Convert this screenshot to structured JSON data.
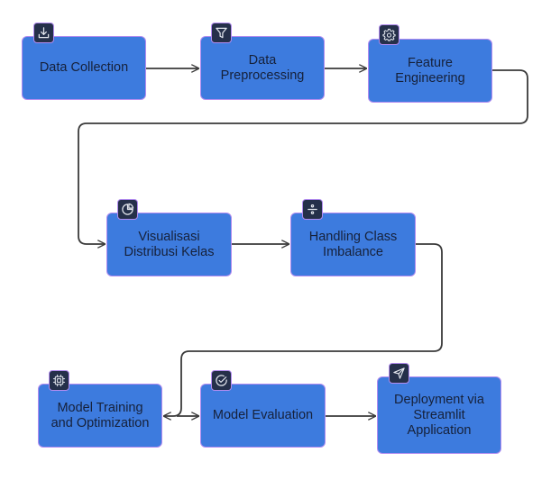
{
  "diagram": {
    "type": "flowchart",
    "colors": {
      "node_fill": "#3d7bde",
      "node_border": "#b28cf0",
      "node_text": "#16213a",
      "badge_fill": "#25304a",
      "badge_icon": "#e6e9f0",
      "edge": "#3a3a3a"
    },
    "nodes": [
      {
        "id": "data-collection",
        "label": "Data Collection",
        "icon": "download-icon"
      },
      {
        "id": "data-preprocessing",
        "label": "Data Preprocessing",
        "icon": "filter-icon"
      },
      {
        "id": "feature-engineering",
        "label": "Feature Engineering",
        "icon": "gear-icon"
      },
      {
        "id": "visualisasi-distribusi-kelas",
        "label": "Visualisasi Distribusi Kelas",
        "icon": "pie-chart-icon"
      },
      {
        "id": "handling-class-imbalance",
        "label": "Handling Class Imbalance",
        "icon": "divide-icon"
      },
      {
        "id": "model-training",
        "label": "Model Training and Optimization",
        "icon": "cpu-icon"
      },
      {
        "id": "model-evaluation",
        "label": "Model Evaluation",
        "icon": "check-circle-icon"
      },
      {
        "id": "deployment",
        "label": "Deployment via Streamlit Application",
        "icon": "send-icon"
      }
    ],
    "edges": [
      {
        "from": "data-collection",
        "to": "data-preprocessing"
      },
      {
        "from": "data-preprocessing",
        "to": "feature-engineering"
      },
      {
        "from": "feature-engineering",
        "to": "visualisasi-distribusi-kelas"
      },
      {
        "from": "visualisasi-distribusi-kelas",
        "to": "handling-class-imbalance"
      },
      {
        "from": "handling-class-imbalance",
        "to": "model-training"
      },
      {
        "from": "handling-class-imbalance",
        "to": "model-evaluation"
      },
      {
        "from": "model-evaluation",
        "to": "deployment"
      }
    ],
    "node_lines": {
      "n1": [
        "Data Collection"
      ],
      "n2": [
        "Data",
        "Preprocessing"
      ],
      "n3": [
        "Feature",
        "Engineering"
      ],
      "n4": [
        "Visualisasi",
        "Distribusi Kelas"
      ],
      "n5": [
        "Handling Class",
        "Imbalance"
      ],
      "n6": [
        "Model Training",
        "and Optimization"
      ],
      "n7": [
        "Model Evaluation"
      ],
      "n8": [
        "Deployment via",
        "Streamlit",
        "Application"
      ]
    }
  }
}
